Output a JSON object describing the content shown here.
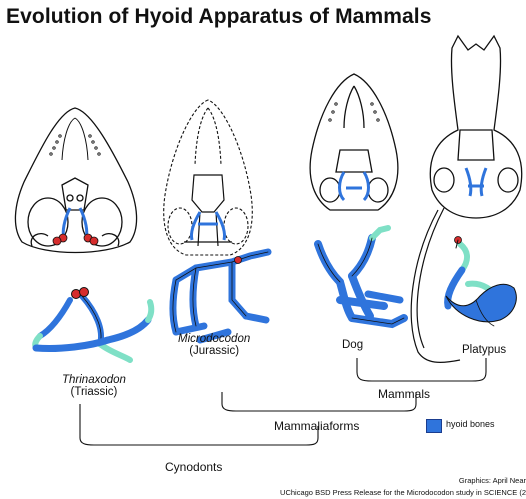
{
  "title": "Evolution of Hyoid Apparatus of Mammals",
  "taxa": [
    {
      "name": "Thrinaxodon",
      "period": "(Triassic)"
    },
    {
      "name": "Microdocodon",
      "period": "(Jurassic)"
    },
    {
      "name": "Dog",
      "period": ""
    },
    {
      "name": "Platypus",
      "period": ""
    }
  ],
  "groups": {
    "mammals": "Mammals",
    "mammaliaforms": "Mammaliaforms",
    "cynodonts": "Cynodonts"
  },
  "legend": {
    "label": "hyoid bones",
    "color": "#2f74dc"
  },
  "credits": {
    "graphics": "Graphics: April Near",
    "source": "UChicago BSD Press Release for the Microdocodon study in SCIENCE (2"
  },
  "colors": {
    "bone_blue": "#2f74dc",
    "bone_teal": "#7fe0c6",
    "joint_red": "#d62d2d",
    "outline": "#111111"
  }
}
